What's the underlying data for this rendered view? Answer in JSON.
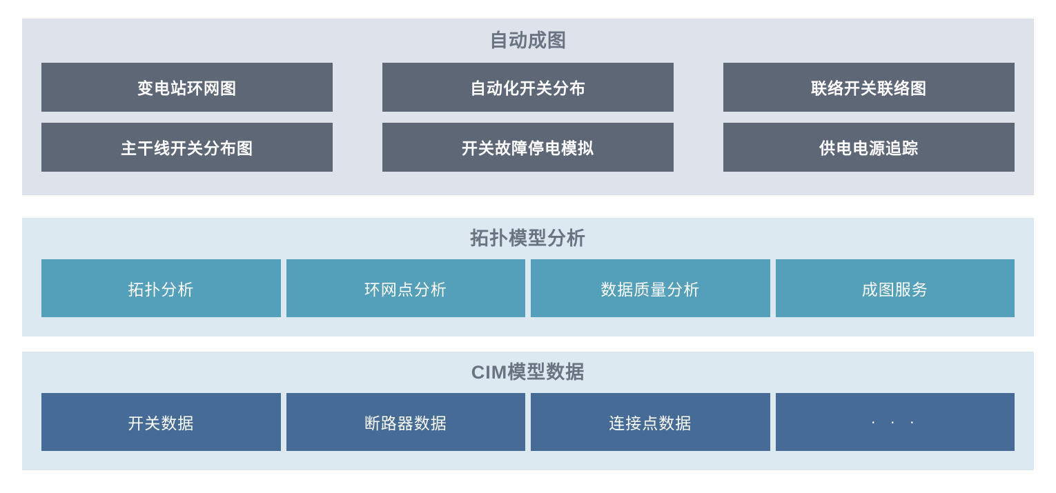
{
  "sections": [
    {
      "id": "auto-mapping",
      "title": "自动成图",
      "tiles": [
        {
          "label": "变电站环网图"
        },
        {
          "label": "自动化开关分布"
        },
        {
          "label": "联络开关联络图"
        },
        {
          "label": "主干线开关分布图"
        },
        {
          "label": "开关故障停电模拟"
        },
        {
          "label": "供电电源追踪"
        }
      ],
      "colors": {
        "panel": "#dee2ea",
        "tile": "#5e6776",
        "title": "#6a7382",
        "tile_text": "#ffffff"
      }
    },
    {
      "id": "topology-model-analysis",
      "title": "拓扑模型分析",
      "tiles": [
        {
          "label": "拓扑分析"
        },
        {
          "label": "环网点分析"
        },
        {
          "label": "数据质量分析"
        },
        {
          "label": "成图服务"
        }
      ],
      "colors": {
        "panel": "#dde9f0",
        "tile": "#549fba",
        "title": "#6a7382",
        "tile_text": "#ffffff"
      }
    },
    {
      "id": "cim-model-data",
      "title": "CIM模型数据",
      "tiles": [
        {
          "label": "开关数据"
        },
        {
          "label": "断路器数据"
        },
        {
          "label": "连接点数据"
        },
        {
          "label": "· · ·"
        }
      ],
      "colors": {
        "panel": "#dde9f0",
        "tile": "#456b96",
        "title": "#6a7382",
        "tile_text": "#ffffff"
      }
    }
  ]
}
